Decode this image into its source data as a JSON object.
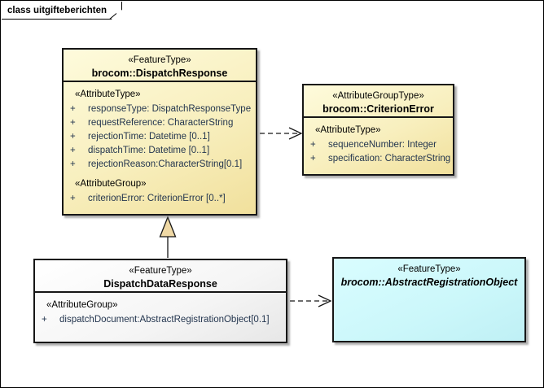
{
  "frame": {
    "label": "class uitgifteberichten"
  },
  "colors": {
    "yellow_fill_top": "#FEFBDC",
    "yellow_fill_bottom": "#F1E09C",
    "white_fill_top": "#FFFFFF",
    "white_fill_bottom": "#E7E7E7",
    "cyan_fill_top": "#D9FDFF",
    "cyan_fill_bottom": "#BFF0F5",
    "attribute_text": "#24364F",
    "generalization_triangle_fill": "#F0D9A5",
    "border": "#161616"
  },
  "classes": {
    "dispatch_response": {
      "stereotype": "«FeatureType»",
      "name": "brocom::DispatchResponse",
      "sections": [
        {
          "heading": "«AttributeType»",
          "attributes": [
            {
              "vis": "+",
              "text": "responseType: DispatchResponseType"
            },
            {
              "vis": "+",
              "text": "requestReference: CharacterString"
            },
            {
              "vis": "+",
              "text": "rejectionTime: Datetime [0..1]"
            },
            {
              "vis": "+",
              "text": "dispatchTime: Datetime [0..1]"
            },
            {
              "vis": "+",
              "text": "rejectionReason:CharacterString[0.1]"
            }
          ]
        },
        {
          "heading": "«AttributeGroup»",
          "attributes": [
            {
              "vis": "+",
              "text": "criterionError: CriterionError [0..*]"
            }
          ]
        }
      ]
    },
    "criterion_error": {
      "stereotype": "«AttributeGroupType»",
      "name": "brocom::CriterionError",
      "sections": [
        {
          "heading": "«AttributeType»",
          "attributes": [
            {
              "vis": "+",
              "text": "sequenceNumber: Integer"
            },
            {
              "vis": "+",
              "text": "specification: CharacterString"
            }
          ]
        }
      ]
    },
    "dispatch_data_response": {
      "stereotype": "«FeatureType»",
      "name": "DispatchDataResponse",
      "sections": [
        {
          "heading": "«AttributeGroup»",
          "attributes": [
            {
              "vis": "+",
              "text": "dispatchDocument:AbstractRegistrationObject[0.1]"
            }
          ]
        }
      ]
    },
    "abstract_registration_object": {
      "stereotype": "«FeatureType»",
      "name": "brocom::AbstractRegistrationObject"
    }
  },
  "relationships": [
    {
      "type": "dependency",
      "from": "brocom::DispatchResponse",
      "to": "brocom::CriterionError"
    },
    {
      "type": "generalization",
      "from": "DispatchDataResponse",
      "to": "brocom::DispatchResponse"
    },
    {
      "type": "dependency",
      "from": "DispatchDataResponse",
      "to": "brocom::AbstractRegistrationObject"
    }
  ]
}
